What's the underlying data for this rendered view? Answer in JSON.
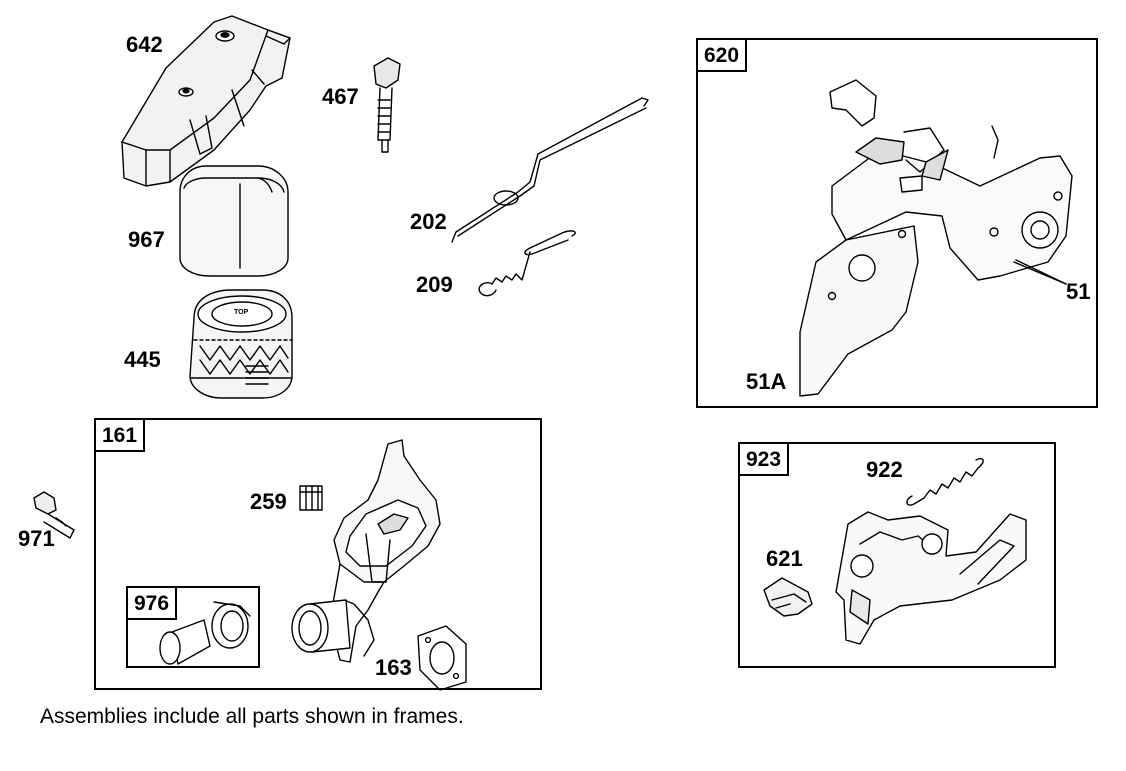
{
  "parts": {
    "p642": "642",
    "p467": "467",
    "p967": "967",
    "p202": "202",
    "p209": "209",
    "p445": "445",
    "p971": "971",
    "p259": "259",
    "p163": "163",
    "p51": "51",
    "p51a": "51A",
    "p922": "922",
    "p621": "621"
  },
  "frames": {
    "f620": "620",
    "f161": "161",
    "f976": "976",
    "f923": "923"
  },
  "filter_text": "TOP",
  "footnote": "Assemblies include all parts shown in frames."
}
